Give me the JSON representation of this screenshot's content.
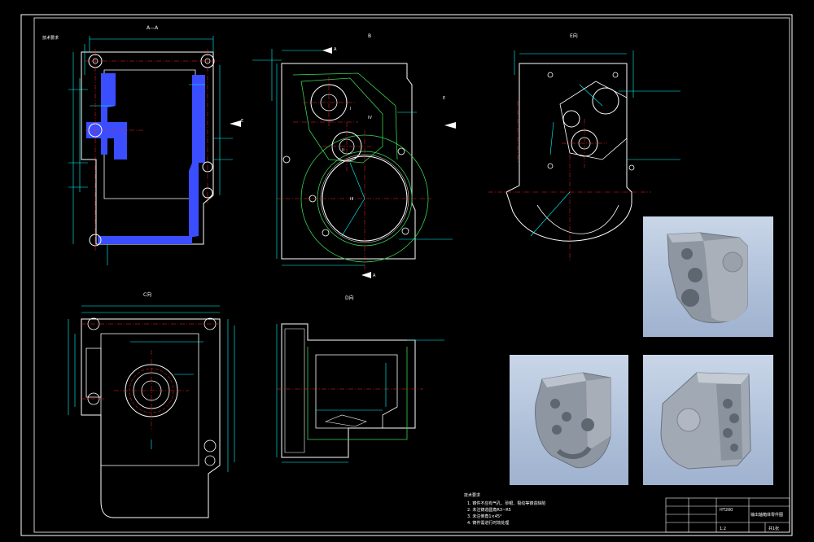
{
  "labels": {
    "section_aa": "A—A",
    "view_b": "B",
    "view_c": "C向",
    "view_d": "D向",
    "view_e": "E向",
    "arrow_a": "A",
    "arrow_e": "E",
    "roman_1": "I",
    "roman_2": "II",
    "roman_3": "III",
    "roman_4": "IV",
    "top_left_note": "技术要求"
  },
  "notes": {
    "title": "技术要求",
    "lines": [
      "1. 铸件不应有气孔、砂眼、裂纹等铸造缺陷",
      "2. 未注铸造圆角R3~R5",
      "3. 未注倒角1×45°",
      "4. 铸件需进行时效处理"
    ]
  },
  "title_block": {
    "drawing_no": "HT200",
    "part_name": "输出轴箱体零件图",
    "scale": "1:2",
    "sheet": "共1张"
  },
  "colors": {
    "border": "#ffffff",
    "part": "#ffffff",
    "dimension": "#00ffff",
    "centerline": "#ff2020",
    "hidden": "#39d353",
    "section_fill": "#3a4dff",
    "render_bg": "#b4c4dc"
  },
  "icons": [
    "cad-drawing",
    "render-view"
  ]
}
